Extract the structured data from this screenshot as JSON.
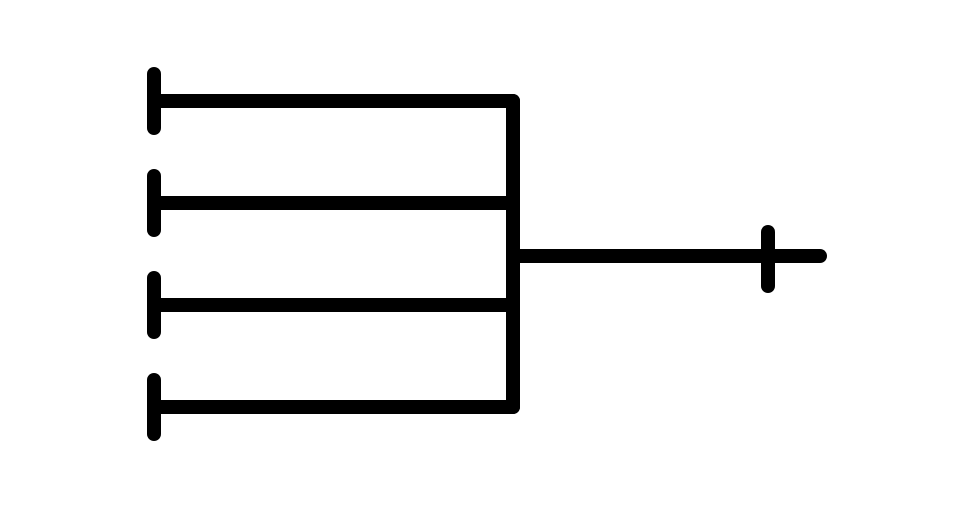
{
  "colors": {
    "background": "#ffffff",
    "stroke": "#000000"
  },
  "diagram": {
    "type": "combiner-symbol",
    "input_count": 4,
    "output_count": 1
  }
}
